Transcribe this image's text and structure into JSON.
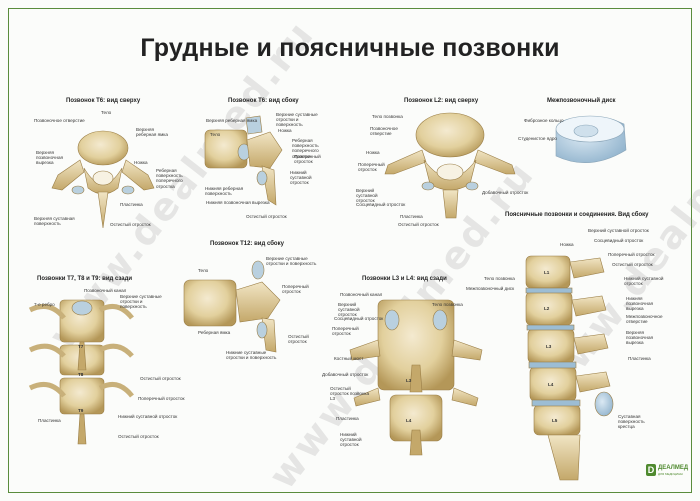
{
  "title": "Грудные и поясничные позвонки",
  "sections": {
    "t6_top": "Позвонок T6: вид сверху",
    "t6_side": "Позвонок T6: вид сбоку",
    "l2_top": "Позвонок L2: вид сверху",
    "disc": "Межпозвоночный диск",
    "t12_side": "Позвонок T12: вид сбоку",
    "t789_back": "Позвонки T7, T8 и T9: вид сзади",
    "l34_back": "Позвонки L3 и L4: вид сзади",
    "lumbar_side": "Поясничные позвонки и соединения. Вид сбоку"
  },
  "labels": {
    "t6_top": [
      "Тело",
      "Позвоночное отверстие",
      "Верхняя реберная ямка",
      "Верхняя позвоночная вырезка",
      "Ножка",
      "Реберная поверхность поперечного отростка",
      "Пластинка",
      "Верхняя суставная поверхность",
      "Остистый отросток"
    ],
    "t6_side": [
      "Верхняя реберная ямка",
      "Тело",
      "Верхние суставные отростки и поверхность",
      "Ножка",
      "Реберная поверхность поперечного отростка",
      "Поперечный отросток",
      "Нижний суставной отросток",
      "Нижняя реберная поверхность",
      "Нижняя позвоночная вырезка",
      "Остистый отросток"
    ],
    "l2_top": [
      "Тело позвонка",
      "Позвоночное отверстие",
      "Ножка",
      "Поперечный отросток",
      "Верхний суставной отросток",
      "Сосцевидный отросток",
      "Пластинка",
      "Остистый отросток",
      "Добавочный отросток"
    ],
    "disc": [
      "Фиброзное кольцо",
      "Студенистое ядро"
    ],
    "t12_side": [
      "Тело",
      "Верхние суставные отростки и поверхность",
      "Поперечный отросток",
      "Реберная ямка",
      "Остистый отросток",
      "Нижние суставные отростки и поверхность"
    ],
    "t789_back": [
      "Позвоночный канал",
      "7-е ребро",
      "Верхние суставные отростки и поверхность",
      "T7",
      "T8",
      "T9",
      "Остистый отросток",
      "Поперечный отросток",
      "Пластинка",
      "Нижний суставной отросток",
      "Остистый отросток"
    ],
    "l34_back": [
      "Позвоночный канал",
      "Верхний суставной отросток",
      "Сосцевидный отросток",
      "Поперечный отросток",
      "Тело позвонка",
      "Костный мост",
      "Добавочный отросток",
      "Остистый отросток позвонка L3",
      "L3",
      "L4",
      "Пластинка",
      "Нижний суставной отросток"
    ],
    "lumbar_side": [
      "Верхний суставной отросток",
      "Сосцевидный отросток",
      "Ножка",
      "Поперечный отросток",
      "Тело позвонка",
      "Межпозвоночный диск",
      "Остистый отросток",
      "Нижний суставной отросток",
      "Нижняя позвоночная вырезка",
      "Межпозвоночное отверстие",
      "Верхняя позвоночная вырезка",
      "Пластинка",
      "Суставная поверхность крестца",
      "L1",
      "L2",
      "L3",
      "L4",
      "L5"
    ]
  },
  "watermarks": [
    "www.dealmed.ru",
    "www.dealmed.ru",
    "www.dealmed.ru"
  ],
  "logo": {
    "mark": "D",
    "name": "ДЕАЛМЕД",
    "sub": "ДЛЯ МЕДИЦИНЫ"
  },
  "colors": {
    "frame": "#5a8c3c",
    "bone": "#e6d7aa",
    "bone_dark": "#b69a5e",
    "cartilage": "#a9c7dc",
    "brand": "#4f8a2f"
  }
}
